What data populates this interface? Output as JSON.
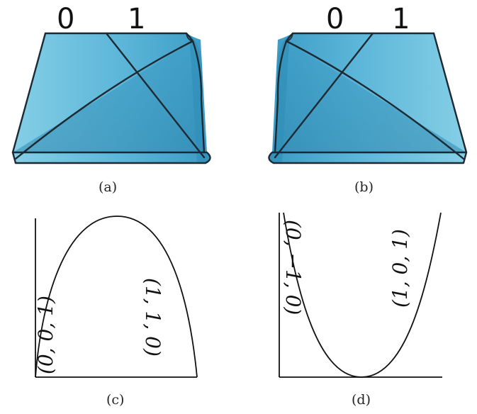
{
  "panels": {
    "a": {
      "caption": "(a)",
      "labels": [
        "0",
        "1"
      ],
      "colors": {
        "light": "#7cc6e0",
        "mid": "#4aa9cf",
        "dark": "#2f8fb8",
        "edge": "#1d2a33"
      }
    },
    "b": {
      "caption": "(b)",
      "labels": [
        "0",
        "1"
      ]
    },
    "c": {
      "caption": "(c)",
      "curve_labels": [
        "(0, 0, 1)",
        "(1, 1, 0)"
      ]
    },
    "d": {
      "caption": "(d)",
      "curve_labels": [
        "(0, −1, 0)",
        "(1, 0, 1)"
      ]
    }
  }
}
